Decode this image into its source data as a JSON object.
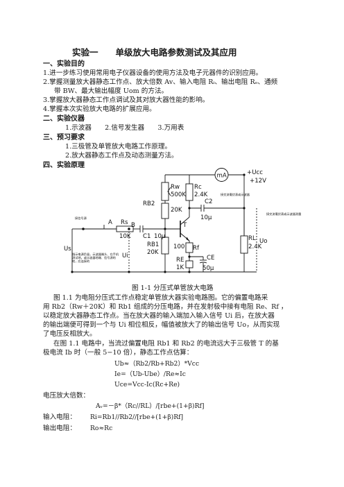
{
  "title": "实验一　　单级放大电路参数测试及其应用",
  "sections": {
    "s1": {
      "heading": "一、实验目的",
      "items": [
        "1.进一步练习使用常用电子仪器设备的使用方法及电子元器件的识别应用。",
        "2.掌握测量放大器静态工作点、放大倍数 Av、输入电阻 Rᵢ、输出电阻 Rₒ、通频",
        "带 BW、最大输出幅度 Uom 的方法。",
        "3.掌握放大器静态工作点调试及其对放大器性能的影响。",
        "4.掌握本次实验放大电路的扩展应用。"
      ]
    },
    "s2": {
      "heading": "二、实验仪器",
      "line": "1.示波器　　2.信号发生器　　3.万用表"
    },
    "s3": {
      "heading": "三、预习要求",
      "items": [
        "1.三极管及单管放大电路工作原理。",
        "2.放大器静态工作点及动态测量方法。"
      ]
    },
    "s4": {
      "heading": "四、实验原理"
    }
  },
  "circuit": {
    "meter": "mA",
    "ucc": "+Ucc",
    "v12": "+12V",
    "rw": "Rw",
    "rw_val": "500K",
    "rb2": "RB2",
    "r20k": "20K",
    "rc": "Rc",
    "rc_val": "2.4K",
    "c2": "C2",
    "c2_val": "10μ",
    "rs": "Rs",
    "rs_val": "10K",
    "node_a": "A",
    "node_b": "B",
    "c1": "C1",
    "c1_val": "10μ",
    "t": "T",
    "rb1": "RB1",
    "rb1_val": "20K",
    "rf": "Rf",
    "rf_val": "100",
    "re": "RE",
    "re_val": "1K",
    "ce": "CE",
    "ce_val": "50μ",
    "rl": "RL",
    "rl_val": "2.4K",
    "us": "Us",
    "ui": "Ui",
    "uo": "Uo",
    "note_in": "接信号源",
    "note_left": "指示电源负极，示波器端头、在手机测试地，或示波器地端、信号源的地，应连接的",
    "note_right_top": "接交流毫伏表或示波器",
    "note_right": "接交流毫伏表或示波器测量"
  },
  "caption": "图 1-1  分压式单管放大电路",
  "paragraphs": [
    "图 1.1 为电阻分压式工作点稳定单管放大器实验电路图。它的偏置电路采",
    "用 Rb2（Rw＋20K）和 Rb1 组成的分压电路，并在发射极中接有电阻 Re、Rf ，",
    "以稳定放大器静态工作点。当在放大器的输入端加入输入信号 Ui 后，在放大器",
    "的输出端便可得到一个与 Ui 相位相反，幅值被放大了的输出信号 Uo，从而实现",
    "了电压反相放大。",
    "在图 1.1 电路中，当流过偏置电阻 Rb1 和 Rb2 的电流远大于三极管 T 的基",
    "极电流 Ib 时（一般 5−10 倍），静态工作点估算："
  ],
  "formulas": {
    "ub": "Ub≈（Rb2/Rb+Rb2）*Vcc",
    "ie": "Ie=（Ub-Ube）/Re≈Ic",
    "uce": "Uce=Vcc-Ic(Rc+Re)",
    "gain_label": "电压放大倍数：",
    "gain": "Aᵥ=－β*（Rc//RL）/[rbe+(1+β)Rf]",
    "rin_label": "输入电阻：",
    "rin": "Ri=Rb1//Rb2//[rbe+(1+β)Rf]",
    "rout_label": "输出电阻：",
    "rout": "Ro≈Rc"
  }
}
